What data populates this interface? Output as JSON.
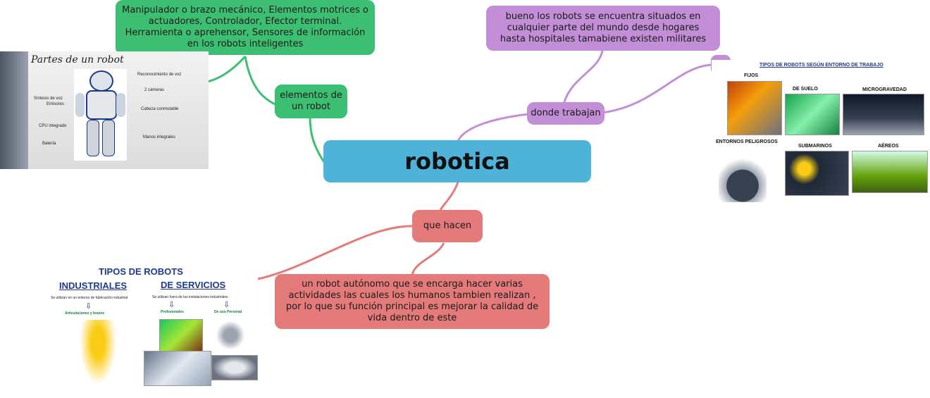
{
  "central": {
    "label": "robotica",
    "color": "#4fb3d9"
  },
  "branches": {
    "elementos": {
      "label": "elementos de un robot",
      "detail": "Manipulador o brazo mecánico, Elementos motrices o actuadores, Controlador, Efector terminal. Herramienta o aprehensor, Sensores de información en los robots inteligentes",
      "color": "#3dbf73"
    },
    "donde": {
      "label": "donde trabajan",
      "detail": "bueno los robots se encuentra situados en cualquier parte del mundo desde hogares hasta hospitales tamabiene existen militares",
      "color": "#c28fd6"
    },
    "que_hacen": {
      "label": "que hacen",
      "detail": "un robot autónomo que se encarga hacer varias actividades las cuales los humanos tambien realizan , por lo que su función principal es mejorar la calidad de vida dentro de este",
      "color": "#e47a7a"
    }
  },
  "image_partes": {
    "title": "Partes de un robot",
    "labels": [
      "Reconocimiento de voz",
      "2 cámeras",
      "Síntesis de voz",
      "Emisores",
      "Cabeza conmutable",
      "CPU integrado",
      "Batería",
      "Manos integrales"
    ]
  },
  "image_entorno": {
    "title": "TIPOS DE ROBOTS SEGÚN ENTORNO DE TRABAJO",
    "captions": [
      "FIJOS",
      "DE SUELO",
      "MICROGRAVEDAD",
      "ENTORNOS PELIGROSOS",
      "SUBMARINOS",
      "AÉREOS"
    ]
  },
  "image_tipos": {
    "title": "TIPOS DE ROBOTS",
    "col1": "INDUSTRIALES",
    "col2": "DE SERVICIOS",
    "sub1": "Se utilizan en un entorno de fabricación industrial",
    "sub2": "Se utilizan fuera de las instalaciones industriales",
    "tag1": "Articulaciones y brazos",
    "tag2": "Profesionales",
    "tag3": "De uso Personal"
  }
}
